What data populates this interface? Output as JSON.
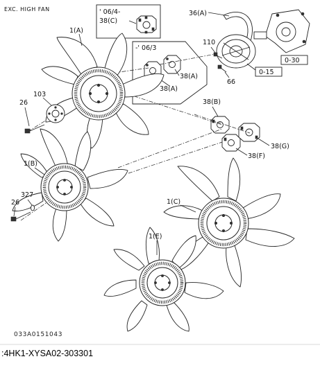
{
  "diagram": {
    "header_label": "EXC. HIGH FAN",
    "drawing_number": "033A0151043",
    "caption": ":4HK1-XYSA02-303301",
    "inset_top": {
      "date": "' 06/4-",
      "part": "38(C)"
    },
    "inset_mid": {
      "date": "-' 06/3"
    },
    "labels": {
      "fan_a": "1(A)",
      "fan_b": "1(B)",
      "fan_c": "1(C)",
      "fan_e": "1(E)",
      "belt": "36(A)",
      "bolt_110": "110",
      "clutch_66": "66",
      "spacer_a_right": "38(A)",
      "spacer_a_left": "38(A)",
      "spacer_b": "38(B)",
      "spacer_g": "38(G)",
      "spacer_f": "38(F)",
      "plate_103": "103",
      "bolt_26_top": "26",
      "bolt_26_bottom": "26",
      "washer_327": "327",
      "ref_015": "0-15",
      "ref_030": "0-30"
    }
  }
}
